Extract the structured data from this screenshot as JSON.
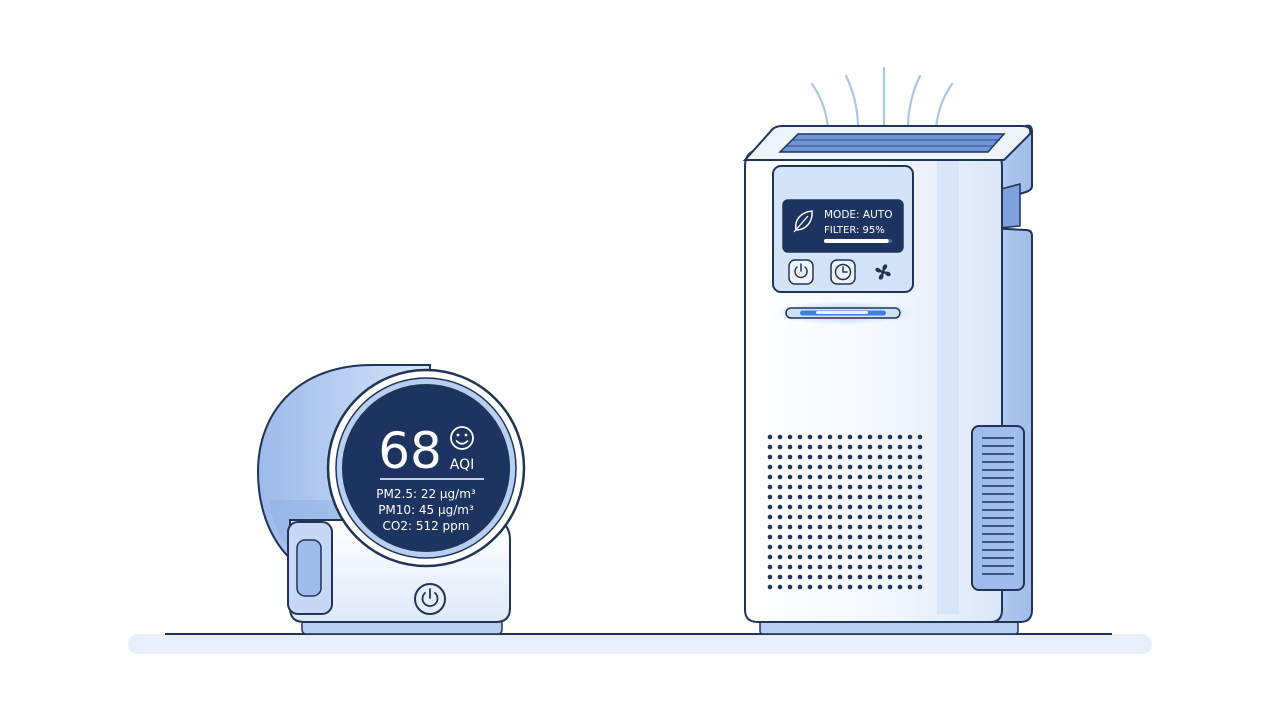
{
  "monitor": {
    "aqi_value": "68",
    "aqi_label": "AQI",
    "face_icon": "smiley-face-icon",
    "readings": [
      "PM2.5: 22 µg/m³",
      "PM10: 45 µg/m³",
      "CO2: 512 ppm"
    ],
    "power_icon": "power-icon"
  },
  "purifier": {
    "mode_text": "MODE: AUTO",
    "filter_text": "FILTER: 95%",
    "filter_level": 0.95,
    "status_icon": "leaf-icon",
    "buttons": [
      {
        "icon": "power-icon"
      },
      {
        "icon": "clock-icon"
      },
      {
        "icon": "fan-icon"
      }
    ],
    "light_color": "#3d7ee8"
  },
  "colors": {
    "outline": "#1f3457",
    "screen": "#1d3461",
    "body_light": "#f2f6fd",
    "body_mid": "#c9dbf6",
    "body_dark": "#8fb0e6",
    "floor": "#e8effa"
  }
}
